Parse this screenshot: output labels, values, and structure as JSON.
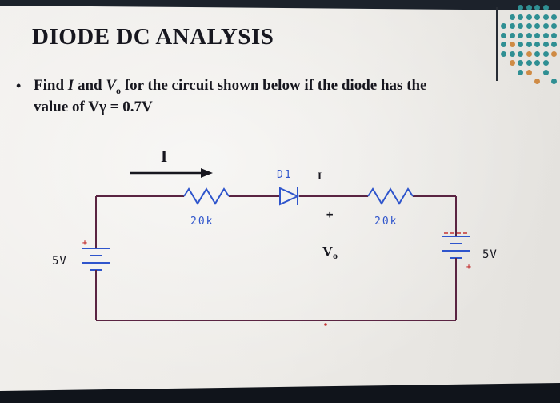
{
  "slide": {
    "title": "DIODE DC ANALYSIS",
    "bullet": {
      "marker": "•",
      "pre": "Find ",
      "var1": "I",
      "mid1": " and ",
      "var2": "V",
      "var2_sub": "o",
      "line1_rest": " for the circuit shown below if the diode has the",
      "line2": "value of Vγ = 0.7V"
    }
  },
  "circuit": {
    "current_arrow_label": "I",
    "diode_name": "D1",
    "diode_current_label": "I",
    "left_resistor_value": "20k",
    "right_resistor_value": "20k",
    "output_plus": "+",
    "output_voltage": "V",
    "output_voltage_sub": "o",
    "left_battery_value": "5V",
    "right_battery_value": "5V",
    "battery_plus_left": "+",
    "battery_plus_right": "+"
  },
  "colors": {
    "wire": "#5a2442",
    "component_blue": "#2f55cc",
    "accent_red": "#c43434",
    "text_dark": "#17171f",
    "dot_teal": "#2f8f93",
    "dot_orange": "#cf8b45"
  },
  "decoration": {
    "dot_grid_rows": [
      "..TTTT.",
      ".TTTTTT",
      "TTTTTTT",
      "TTTTTTT",
      "TOTTTTT",
      "TTTOTTO",
      ".OTTTT.",
      "..TO.T.",
      "....O.T"
    ]
  }
}
